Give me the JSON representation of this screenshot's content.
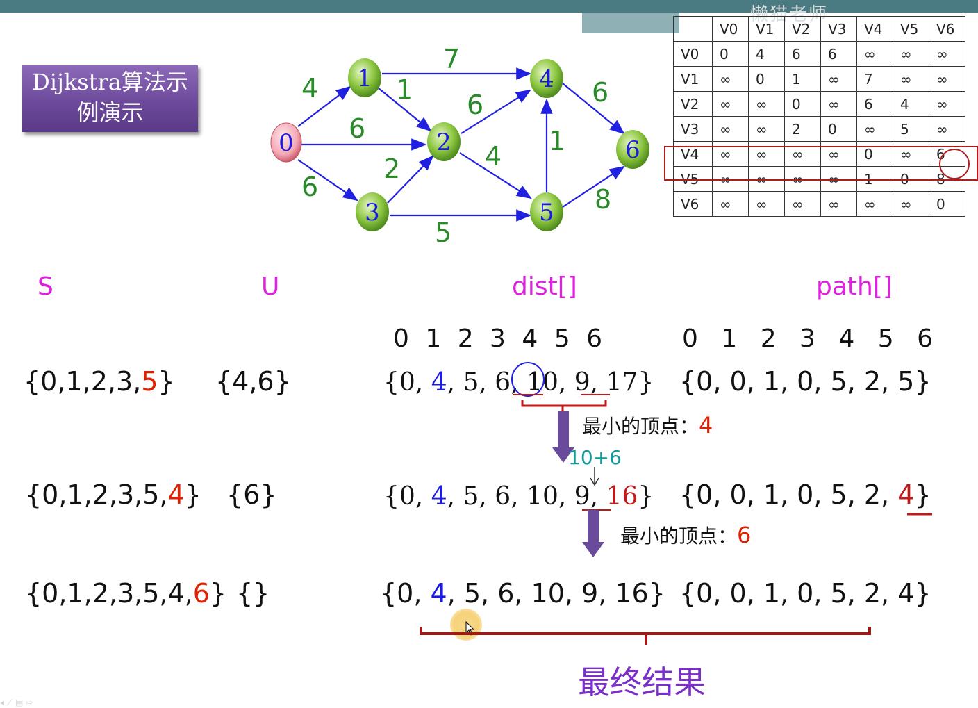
{
  "title": "Dijkstra算法示例演示",
  "title_line1": "Dijkstra算法示",
  "title_line2": "例演示",
  "watermark": "懒猫老师",
  "graph": {
    "nodes": [
      "0",
      "1",
      "2",
      "3",
      "4",
      "5",
      "6"
    ],
    "edge_weights": [
      "4",
      "6",
      "6",
      "7",
      "1",
      "2",
      "6",
      "4",
      "5",
      "1",
      "6",
      "8"
    ]
  },
  "matrix": {
    "header": [
      "",
      "V0",
      "V1",
      "V2",
      "V3",
      "V4",
      "V5",
      "V6"
    ],
    "rows": [
      [
        "V0",
        "0",
        "4",
        "6",
        "6",
        "∞",
        "∞",
        "∞"
      ],
      [
        "V1",
        "∞",
        "0",
        "1",
        "∞",
        "7",
        "∞",
        "∞"
      ],
      [
        "V2",
        "∞",
        "∞",
        "0",
        "∞",
        "6",
        "4",
        "∞"
      ],
      [
        "V3",
        "∞",
        "∞",
        "2",
        "0",
        "∞",
        "5",
        "∞"
      ],
      [
        "V4",
        "∞",
        "∞",
        "∞",
        "∞",
        "0",
        "∞",
        "6"
      ],
      [
        "V5",
        "∞",
        "∞",
        "∞",
        "∞",
        "1",
        "0",
        "8"
      ],
      [
        "V6",
        "∞",
        "∞",
        "∞",
        "∞",
        "∞",
        "∞",
        "0"
      ]
    ]
  },
  "headers": {
    "s": "S",
    "u": "U",
    "dist": "dist[]",
    "path": "path[]"
  },
  "index_row": "0 1 2 3 4 5 6",
  "rows": {
    "r1": {
      "s_prefix": "{0,1,2,3,",
      "s_new": "5",
      "s_suffix": "}",
      "u": "{4,6}",
      "dist_a": "{0, ",
      "dist_b": "4",
      "dist_c": ", 5, 6, 10, 9, 17}",
      "path": "{0, 0, 1, 0,  5,  2,  5}"
    },
    "r2": {
      "s_prefix": "{0,1,2,3,5,",
      "s_new": "4",
      "s_suffix": "}",
      "u": "{6}",
      "dist_a": "{0, ",
      "dist_b": "4",
      "dist_c": ", 5, 6, 10, 9, ",
      "dist_d": "16",
      "dist_e": "}",
      "path_a": "{0, 0, 1, 0,  5,  2,  ",
      "path_b": "4",
      "path_c": "}"
    },
    "r3": {
      "s_prefix": "{0,1,2,3,5,4,",
      "s_new": "6",
      "s_suffix": "}",
      "u": "{}",
      "dist_a": "{0, ",
      "dist_b": "4",
      "dist_c": ", 5, 6, 10, 9, 16}",
      "path": "{0, 0, 1, 0,  5,  2,  4}"
    }
  },
  "notes": {
    "min1_label": "最小的顶点：",
    "min1_value": "4",
    "calc": "10+6",
    "min2_label": "最小的顶点：",
    "min2_value": "6"
  },
  "final_label": "最终结果"
}
